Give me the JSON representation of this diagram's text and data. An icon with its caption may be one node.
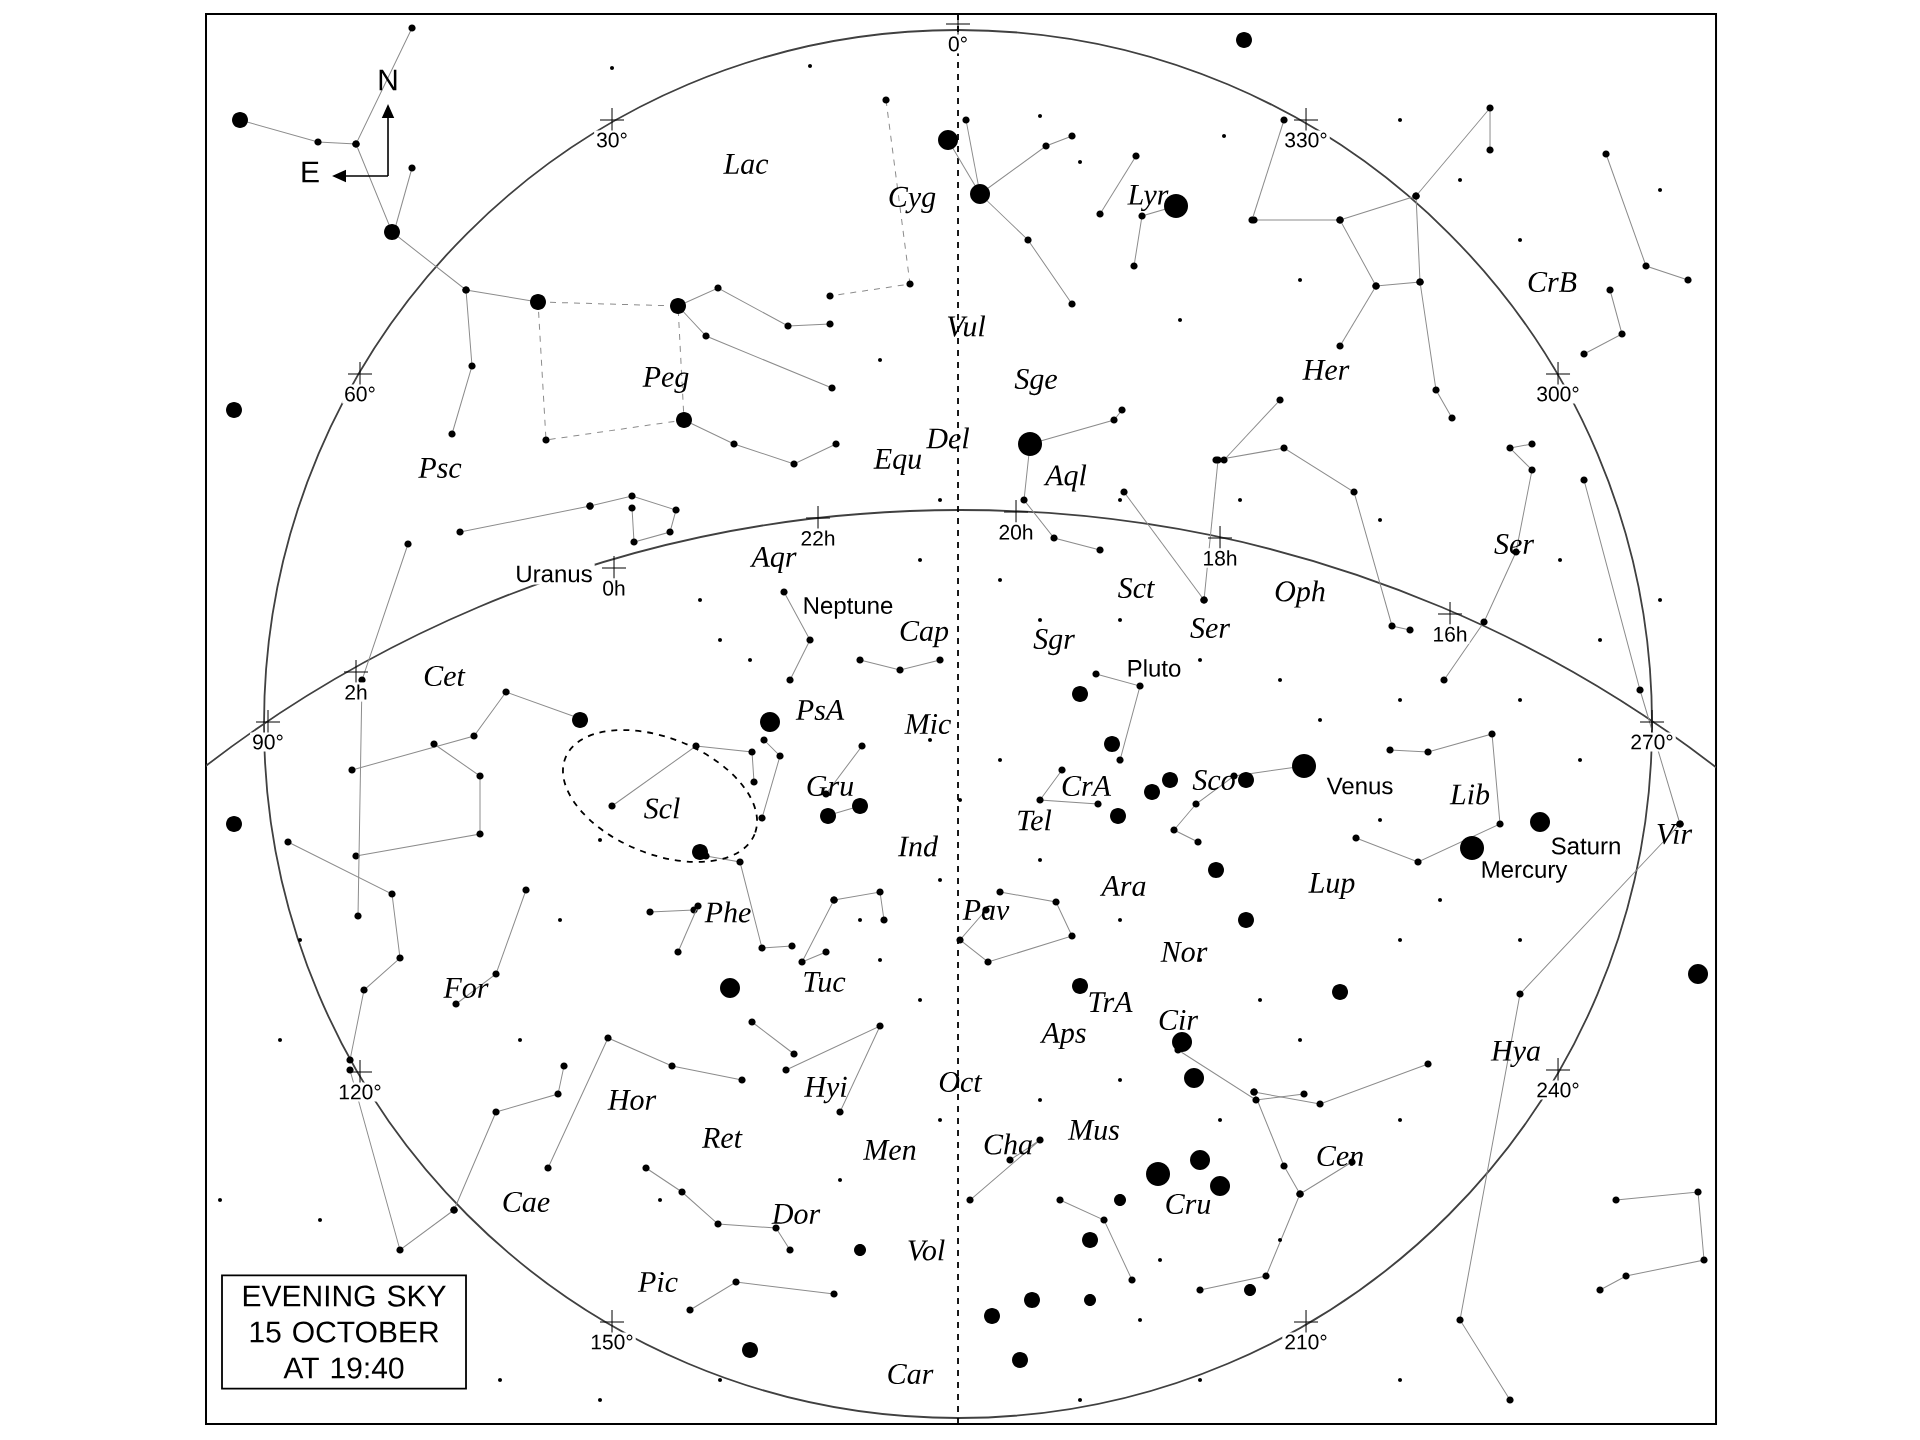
{
  "diagram": {
    "nodes": [
      {
        "text": [
          "EVENING SKY 15 OCTOBER AT 19:40"
        ]
      }
    ],
    "edges": [],
    "labels": [
      "N",
      "E",
      "0°",
      "30°",
      "330°",
      "Lac",
      "Cyg",
      "Lyr",
      "CrB",
      "Vul",
      "Her",
      "60°",
      "Sge",
      "300°",
      "Psc",
      "Peg",
      "Del",
      "Equ",
      "Aql",
      "22h",
      "20h",
      "18h",
      "Uranus",
      "0h",
      "Aqr",
      "Neptune",
      "Ser",
      "Sct",
      "Oph",
      "Ser",
      "16h",
      "Cap",
      "Sgr",
      "Pluto",
      "2h",
      "Cet",
      "PsA",
      "Mic",
      "90°",
      "270°",
      "Scl",
      "Gru",
      "CrA",
      "Sco",
      "Venus",
      "Lib",
      "Tel",
      "Ind",
      "Saturn",
      "Mercury",
      "Vir",
      "Ara",
      "Lup",
      "Phe",
      "Pav",
      "Nor",
      "TrA",
      "Cir",
      "For",
      "Tuc",
      "Aps",
      "Hya",
      "120°",
      "240°",
      "Hor",
      "Hyi",
      "Oct",
      "Cha",
      "Mus",
      "Cru",
      "Ret",
      "Men",
      "Cen",
      "Cae",
      "Dor",
      "Vol",
      "Pic",
      "150°",
      "210°",
      "Car"
    ]
  }
}
